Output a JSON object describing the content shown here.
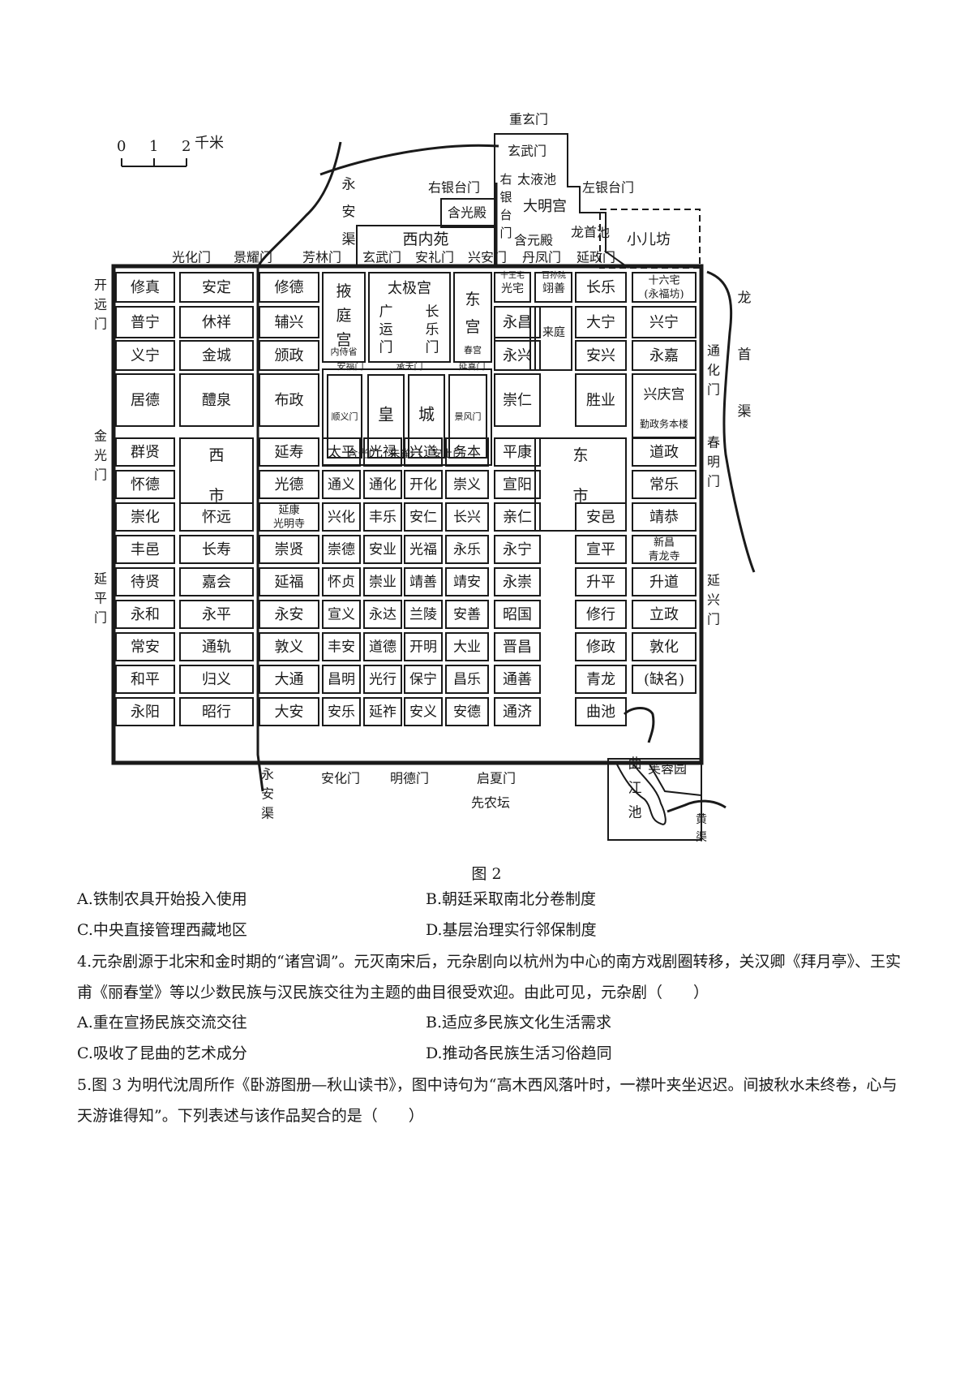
{
  "figure": {
    "caption": "图 2",
    "scale": {
      "ticks": [
        "0",
        "1",
        "2"
      ],
      "unit": "千米"
    },
    "rows": [
      [
        "修真",
        "安定",
        "修德",
        "",
        "",
        "",
        "",
        "",
        "",
        "长乐",
        "十六宅\n(永福坊)"
      ],
      [
        "普宁",
        "休祥",
        "辅兴",
        "",
        "",
        "",
        "",
        "永昌",
        "",
        "大宁",
        "兴宁"
      ],
      [
        "义宁",
        "金城",
        "颁政",
        "",
        "",
        "",
        "",
        "永兴",
        "",
        "安兴",
        "永嘉"
      ],
      [
        "居德",
        "醴泉",
        "布政",
        "",
        "",
        "",
        "",
        "崇仁",
        "",
        "胜业",
        ""
      ],
      [
        "群贤",
        "",
        "延寿",
        "太平",
        "光禄",
        "兴道",
        "务本",
        "平康",
        "",
        "",
        "道政"
      ],
      [
        "怀德",
        "",
        "光德",
        "通义",
        "通化",
        "开化",
        "崇义",
        "宣阳",
        "",
        "",
        "常乐"
      ],
      [
        "崇化",
        "怀远",
        "延康\n光明寺",
        "兴化",
        "丰乐",
        "安仁",
        "长兴",
        "亲仁",
        "",
        "安邑",
        "靖恭"
      ],
      [
        "丰邑",
        "长寿",
        "崇贤",
        "崇德",
        "安业",
        "光福",
        "永乐",
        "永宁",
        "",
        "宣平",
        "新昌\n青龙寺"
      ],
      [
        "待贤",
        "嘉会",
        "延福",
        "怀贞",
        "崇业",
        "靖善",
        "靖安",
        "永崇",
        "",
        "升平",
        "升道"
      ],
      [
        "永和",
        "永平",
        "永安",
        "宣义",
        "永达",
        "兰陵",
        "安善",
        "昭国",
        "",
        "修行",
        "立政"
      ],
      [
        "常安",
        "通轨",
        "敦义",
        "丰安",
        "道德",
        "开明",
        "大业",
        "晋昌",
        "",
        "修政",
        "敦化"
      ],
      [
        "和平",
        "归义",
        "大通",
        "昌明",
        "光行",
        "保宁",
        "昌乐",
        "通善",
        "",
        "青龙",
        "(缺名)"
      ],
      [
        "永阳",
        "昭行",
        "大安",
        "安乐",
        "延祚",
        "安义",
        "安德",
        "通济",
        "",
        "曲池",
        ""
      ]
    ],
    "labels": {
      "west_market": [
        "西",
        "市"
      ],
      "east_market": [
        "东",
        "市"
      ],
      "xingqing": [
        "兴庆宫",
        "勤政务本楼"
      ],
      "yeting": [
        "掖",
        "庭",
        "宫"
      ],
      "taiji": "太极宫",
      "guangyun": [
        "广",
        "运",
        "门"
      ],
      "changle_gate": [
        "长",
        "乐",
        "门"
      ],
      "donggong": [
        "东",
        "宫"
      ],
      "dongsheng": "春宫",
      "huangcheng": [
        "皇",
        "城"
      ],
      "shunyi": "顺义门",
      "jingfeng": "景风门",
      "hanguang_s": "含光门",
      "zhuque": "朱雀门",
      "anshang": "安上门",
      "neishi": "内侍省",
      "anfu": "安福门",
      "chengtian": "承天门",
      "yanxi": "延喜门",
      "shiwang": "十王宅",
      "bairuo": "百孙院",
      "guangzhai": "光宅",
      "yishan": "翊善",
      "laiting": "来庭",
      "ximeiyuan": "西内苑",
      "hanguangdian": "含光殿",
      "daminggong": "大明宫",
      "hanyuandian": "含元殿",
      "taiye": "太液池",
      "longshou_chi": "龙首池",
      "xiaoerfang": "小儿坊",
      "chongxuan": "重玄门",
      "xuanwu_n": "玄武门",
      "youyintai": "右银台门",
      "zuoyintai": "左银台门",
      "youyintai_v": [
        "右",
        "银",
        "台",
        "门"
      ],
      "north_gates": [
        "光化门",
        "景耀门",
        "芳林门",
        "玄武门",
        "安礼门",
        "兴安门",
        "丹凤门",
        "延政门"
      ],
      "west_gates": [
        [
          "开",
          "远",
          "门"
        ],
        [
          "金",
          "光",
          "门"
        ],
        [
          "延",
          "平",
          "门"
        ]
      ],
      "east_gates": [
        [
          "通",
          "化",
          "门"
        ],
        [
          "春",
          "明",
          "门"
        ],
        [
          "延",
          "兴",
          "门"
        ]
      ],
      "south_gates": [
        "安化门",
        "明德门",
        "启夏门"
      ],
      "xiannongtan": "先农坛",
      "yongan_canal": [
        "永",
        "安",
        "渠"
      ],
      "yongan_canal_s": [
        "永",
        "安",
        "渠"
      ],
      "longshou_canal": [
        "龙",
        "首",
        "渠"
      ],
      "huang_canal": [
        "黄",
        "渠"
      ],
      "qujiang": [
        "曲",
        "江",
        "池"
      ],
      "furongyuan": "芙蓉园"
    }
  },
  "questions": {
    "q3_a": "A.铁制农具开始投入使用",
    "q3_b": "B.朝廷采取南北分卷制度",
    "q3_c": "C.中央直接管理西藏地区",
    "q3_d": "D.基层治理实行邻保制度",
    "q4_stem": "4.元杂剧源于北宋和金时期的“诸宫调”。元灭南宋后，元杂剧向以杭州为中心的南方戏剧圈转移，关汉卿《拜月亭》、王实甫《丽春堂》等以少数民族与汉民族交往为主题的曲目很受欢迎。由此可见，元杂剧（　　）",
    "q4_a": "A.重在宣扬民族交流交往",
    "q4_b": "B.适应多民族文化生活需求",
    "q4_c": "C.吸收了昆曲的艺术成分",
    "q4_d": "D.推动各民族生活习俗趋同",
    "q5_stem": "5.图 3 为明代沈周所作《卧游图册—秋山读书》，图中诗句为“高木西风落叶时，一襟叶夹坐迟迟。间披秋水未终卷，心与天游谁得知”。下列表述与该作品契合的是（　　）"
  }
}
